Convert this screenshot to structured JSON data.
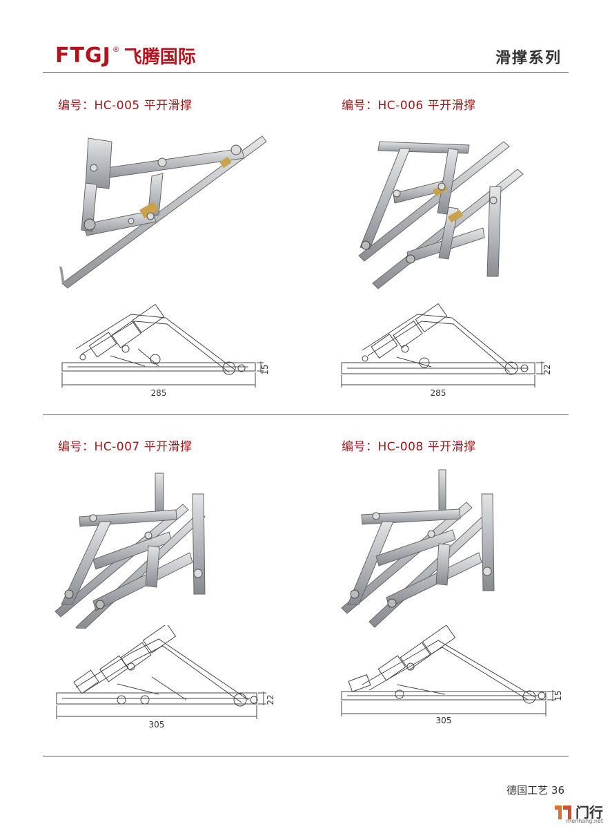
{
  "header": {
    "logo_latin": "FTGJ",
    "logo_reg": "®",
    "logo_cn": "飞腾国际",
    "series_title": "滑撑系列"
  },
  "products": [
    {
      "title": "编号：HC-005 平开滑撑",
      "width_dim": "285",
      "height_dim": "15"
    },
    {
      "title": "编号：HC-006 平开滑撑",
      "width_dim": "285",
      "height_dim": "22"
    },
    {
      "title": "编号：HC-007 平开滑撑",
      "width_dim": "305",
      "height_dim": "22"
    },
    {
      "title": "编号：HC-008 平开滑撑",
      "width_dim": "305",
      "height_dim": "15"
    }
  ],
  "footer": {
    "page_label": "德国工艺 36",
    "watermark_cn": "门行",
    "watermark_url": "menhang.net"
  },
  "colors": {
    "brand_red": "#b5121b",
    "title_red": "#a01818",
    "steel": "#b9bcc0",
    "brass": "#c9a24a"
  }
}
